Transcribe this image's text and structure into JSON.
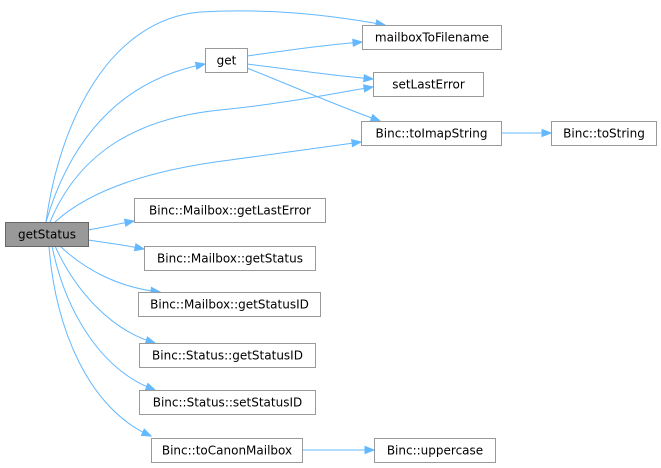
{
  "graph": {
    "root": "getStatus",
    "nodes": [
      {
        "id": "getStatus",
        "label": "getStatus"
      },
      {
        "id": "get",
        "label": "get"
      },
      {
        "id": "mailboxToFilename",
        "label": "mailboxToFilename"
      },
      {
        "id": "setLastError",
        "label": "setLastError"
      },
      {
        "id": "toImapString",
        "label": "Binc::toImapString"
      },
      {
        "id": "toString",
        "label": "Binc::toString"
      },
      {
        "id": "mb_getLastError",
        "label": "Binc::Mailbox::getLastError"
      },
      {
        "id": "mb_getStatus",
        "label": "Binc::Mailbox::getStatus"
      },
      {
        "id": "mb_getStatusID",
        "label": "Binc::Mailbox::getStatusID"
      },
      {
        "id": "st_getStatusID",
        "label": "Binc::Status::getStatusID"
      },
      {
        "id": "st_setStatusID",
        "label": "Binc::Status::setStatusID"
      },
      {
        "id": "toCanonMailbox",
        "label": "Binc::toCanonMailbox"
      },
      {
        "id": "uppercase",
        "label": "Binc::uppercase"
      }
    ],
    "edges": [
      {
        "from": "getStatus",
        "to": "get"
      },
      {
        "from": "getStatus",
        "to": "mailboxToFilename"
      },
      {
        "from": "getStatus",
        "to": "setLastError"
      },
      {
        "from": "getStatus",
        "to": "toImapString"
      },
      {
        "from": "getStatus",
        "to": "mb_getLastError"
      },
      {
        "from": "getStatus",
        "to": "mb_getStatus"
      },
      {
        "from": "getStatus",
        "to": "mb_getStatusID"
      },
      {
        "from": "getStatus",
        "to": "st_getStatusID"
      },
      {
        "from": "getStatus",
        "to": "st_setStatusID"
      },
      {
        "from": "getStatus",
        "to": "toCanonMailbox"
      },
      {
        "from": "get",
        "to": "mailboxToFilename"
      },
      {
        "from": "get",
        "to": "setLastError"
      },
      {
        "from": "get",
        "to": "toImapString"
      },
      {
        "from": "toImapString",
        "to": "toString"
      },
      {
        "from": "toCanonMailbox",
        "to": "uppercase"
      }
    ]
  },
  "colors": {
    "edge": "#63b8ff",
    "root_fill": "#999999",
    "node_border": "#999999"
  }
}
